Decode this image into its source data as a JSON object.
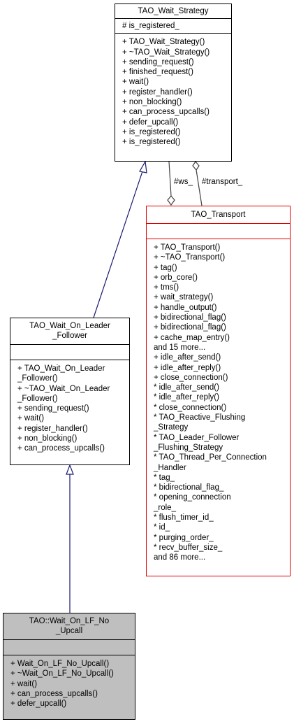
{
  "classes": {
    "wait_strategy": {
      "title": [
        "TAO_Wait_Strategy"
      ],
      "attributes": [
        "# is_registered_"
      ],
      "methods": [
        "+ TAO_Wait_Strategy()",
        "+ ~TAO_Wait_Strategy()",
        "+ sending_request()",
        "+ finished_request()",
        "+ wait()",
        "+ register_handler()",
        "+ non_blocking()",
        "+ can_process_upcalls()",
        "+ defer_upcall()",
        "+ is_registered()",
        "+ is_registered()"
      ]
    },
    "transport": {
      "title": [
        "TAO_Transport"
      ],
      "attributes": [],
      "methods": [
        "+ TAO_Transport()",
        "+ ~TAO_Transport()",
        "+ tag()",
        "+ orb_core()",
        "+ tms()",
        "+ wait_strategy()",
        "+ handle_output()",
        "+ bidirectional_flag()",
        "+ bidirectional_flag()",
        "+ cache_map_entry()",
        "and 15 more...",
        "+ idle_after_send()",
        "+ idle_after_reply()",
        "+ close_connection()",
        "* idle_after_send()",
        "* idle_after_reply()",
        "* close_connection()",
        "* TAO_Reactive_Flushing",
        "_Strategy",
        "* TAO_Leader_Follower",
        "_Flushing_Strategy",
        "* TAO_Thread_Per_Connection",
        "_Handler",
        "* tag_",
        "* bidirectional_flag_",
        "* opening_connection",
        "_role_",
        "* flush_timer_id_",
        "* id_",
        "* purging_order_",
        "* recv_buffer_size_",
        "and 86 more..."
      ]
    },
    "leader_follower": {
      "title": [
        "TAO_Wait_On_Leader",
        "_Follower"
      ],
      "attributes": [],
      "methods": [
        "+ TAO_Wait_On_Leader",
        "_Follower()",
        "+ ~TAO_Wait_On_Leader",
        "_Follower()",
        "+ sending_request()",
        "+ wait()",
        "+ register_handler()",
        "+ non_blocking()",
        "+ can_process_upcalls()"
      ]
    },
    "lf_no_upcall": {
      "title": [
        "TAO::Wait_On_LF_No",
        "_Upcall"
      ],
      "attributes": [],
      "methods": [
        "+ Wait_On_LF_No_Upcall()",
        "+ ~Wait_On_LF_No_Upcall()",
        "+ wait()",
        "+ can_process_upcalls()",
        "+ defer_upcall()"
      ]
    }
  },
  "edges": {
    "ws_label": "#ws_",
    "transport_label": "#transport_"
  },
  "colors": {
    "border": "#000000",
    "transport_border": "#e00000",
    "inheritance_edge": "#191970",
    "association_edge": "#404040",
    "highlight_fill": "#bfbfbf"
  }
}
